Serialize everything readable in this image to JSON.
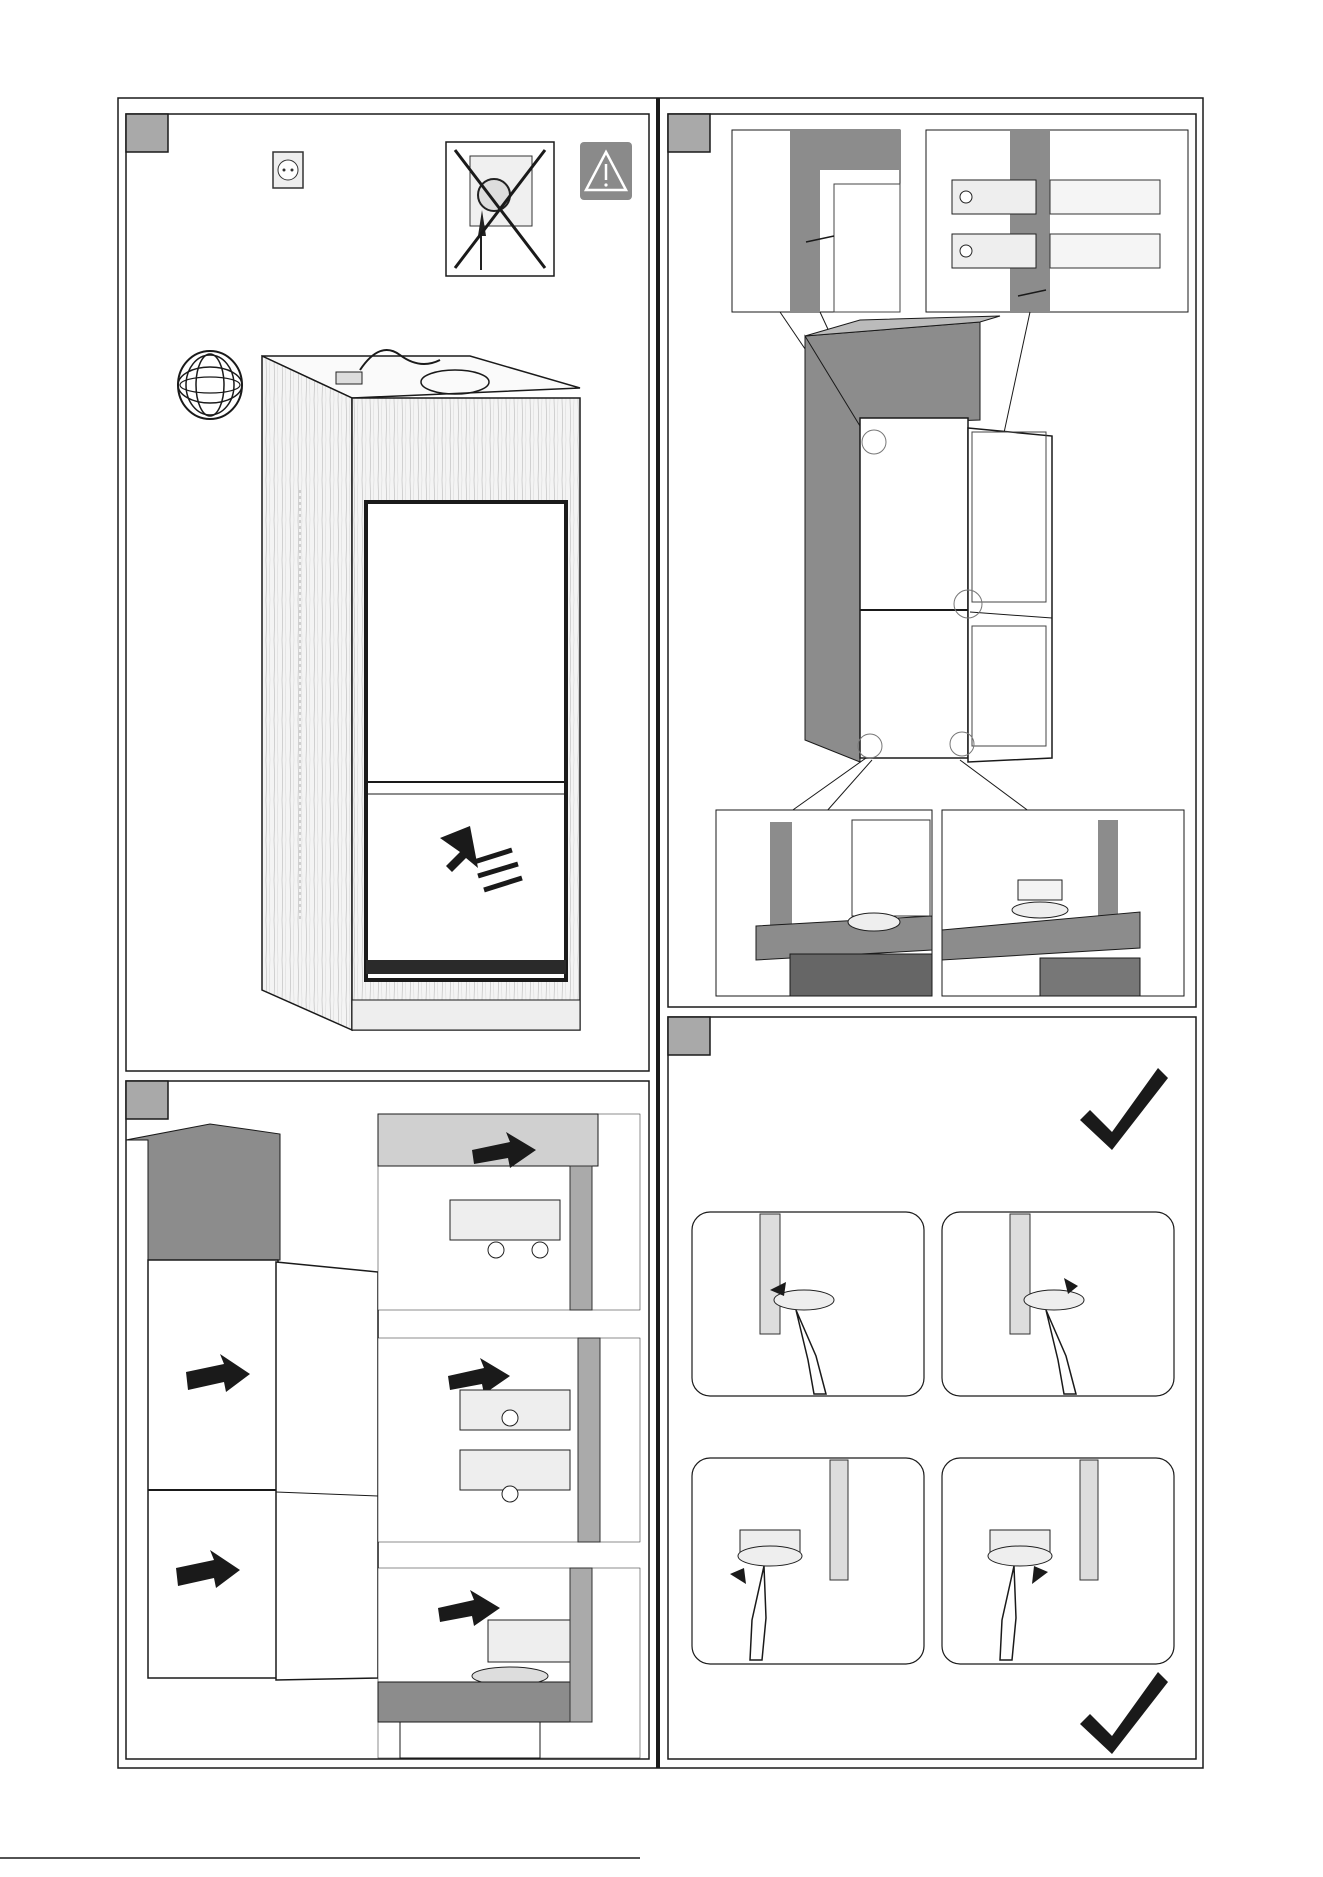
{
  "page": {
    "background": "#ffffff",
    "ink": "#1a1a1a",
    "step_badge_color": "#a9a9a9",
    "cabinet_gray": "#8c8c8c",
    "light_gray": "#d6d6d6"
  },
  "panels": [
    {
      "id": "step-a",
      "badge_text": "",
      "icons": [
        "socket-icon",
        "no-plug-icon",
        "warning-triangle-icon",
        "cable-coil-icon",
        "push-arrow-icon"
      ]
    },
    {
      "id": "step-b",
      "badge_text": "",
      "icons": [
        "cabinet-gap-detail",
        "hinge-detail",
        "foot-adjust-detail",
        "door-bracket-detail"
      ]
    },
    {
      "id": "step-c",
      "badge_text": "",
      "icons": [
        "push-right-arrow-icon",
        "hinge-bracket-icon"
      ]
    },
    {
      "id": "step-d",
      "badge_text": "",
      "icons": [
        "checkmark-icon",
        "screwdriver-icon",
        "rotate-arrow-icon"
      ]
    }
  ]
}
